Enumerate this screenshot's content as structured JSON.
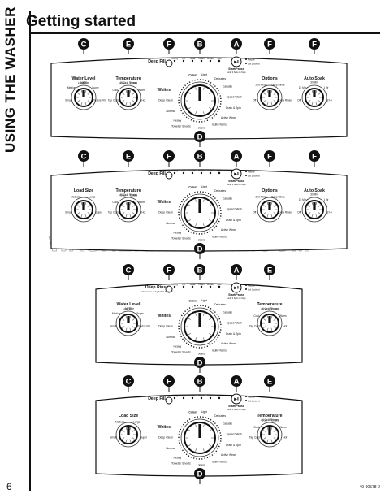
{
  "sidebar_title": "USING THE WASHER",
  "title": "Getting started",
  "page_number": "6",
  "doc_code": "49-90578-2",
  "watermark": "WASHERMANUAL.COM",
  "common": {
    "status_lights": [
      "Wring",
      "Fill",
      "Soak",
      "Wash",
      "Rinse",
      "Spin"
    ],
    "start_pause": "Start/Pause",
    "start_pause_note": "Hold 3 Secs to Stop",
    "pause_lights": [
      "Pause",
      "Lid Locked"
    ],
    "cycles": [
      "Colors",
      "Light",
      "Delicates",
      "Casuals",
      "Speed Wash",
      "Drain & Spin",
      "Active Wear",
      "Bulky Items",
      "Jeans",
      "Towels / Sheets",
      "Heavy",
      "Normal",
      "Deep Clean"
    ],
    "whites": "Whites",
    "temperature": "Temperature",
    "temperature_note": "All Cold Rinses",
    "temp_settings": [
      "Tap Cold",
      "Cold",
      "Cool",
      "Colors",
      "Warm",
      "Hot"
    ],
    "water_level": "Water Level",
    "water_level_note": "Load Size",
    "water_settings": [
      "Small",
      "Medium",
      "Large",
      "Super",
      "Precise Fill"
    ],
    "load_size": "Load Size",
    "load_settings": [
      "Small",
      "Medium",
      "Large",
      "Super"
    ],
    "options": "Options",
    "option_settings": [
      "Off",
      "2nd Rinse",
      "Deep Rinse",
      "Extra Rinse"
    ],
    "auto_soak": "Auto Soak",
    "soak_settings": [
      "Off",
      "15 Min",
      "30 Min",
      "1 Hr",
      "2 Hr"
    ],
    "deep_fill": "Deep Fill",
    "deep_rinse": "Deep Rinse",
    "deep_rinse_note": "Select when using Fabric Softener",
    "icon_play_pause": "play-pause-icon"
  },
  "panels": [
    {
      "knobs": [
        {
          "letter": "C",
          "type": "water"
        },
        {
          "letter": "E",
          "type": "temp"
        }
      ],
      "mid_letter": "F",
      "mid_label": "Deep Fill",
      "right_knobs": [
        {
          "letter": "F",
          "type": "options"
        },
        {
          "letter": "F",
          "type": "soak"
        }
      ]
    },
    {
      "knobs": [
        {
          "letter": "C",
          "type": "load"
        },
        {
          "letter": "E",
          "type": "temp"
        }
      ],
      "mid_letter": "F",
      "mid_label": "Deep Fill",
      "right_knobs": [
        {
          "letter": "F",
          "type": "options"
        },
        {
          "letter": "F",
          "type": "soak"
        }
      ]
    },
    {
      "knobs": [
        {
          "letter": "C",
          "type": "water"
        }
      ],
      "mid_letter": "F",
      "mid_label": "Deep Rinse",
      "right_knobs": [
        {
          "letter": "E",
          "type": "temp"
        }
      ]
    },
    {
      "knobs": [
        {
          "letter": "C",
          "type": "load"
        }
      ],
      "mid_letter": "F",
      "mid_label": "Deep Fill",
      "right_knobs": [
        {
          "letter": "E",
          "type": "temp"
        }
      ]
    }
  ],
  "callout_letters": [
    "A",
    "B",
    "C",
    "D",
    "E",
    "F"
  ]
}
